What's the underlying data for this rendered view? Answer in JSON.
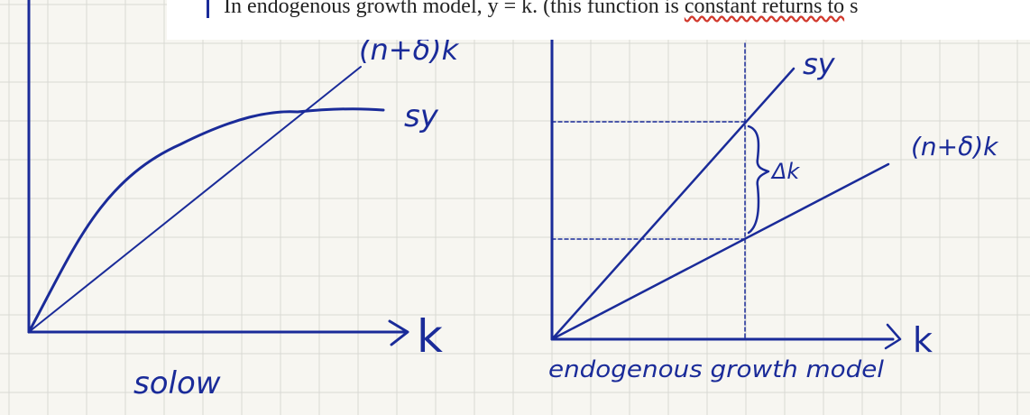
{
  "note_text": {
    "before": "In endogenous growth model, y = k. (this function is ",
    "underlined": "constant returns to",
    "after": " s"
  },
  "left_graph": {
    "x_axis_label": "k",
    "curve_label": "sy",
    "line_label": "(n+δ)k",
    "caption": "solow"
  },
  "right_graph": {
    "x_axis_label": "k",
    "upper_line_label": "sy",
    "lower_line_label": "(n+δ)k",
    "gap_label": "Δk",
    "caption": "endogenous growth model"
  },
  "colors": {
    "ink": "#1a2b99",
    "grid": "#d9d9d4",
    "paper": "#f7f6f1",
    "spellcheck": "#d13a2e"
  }
}
